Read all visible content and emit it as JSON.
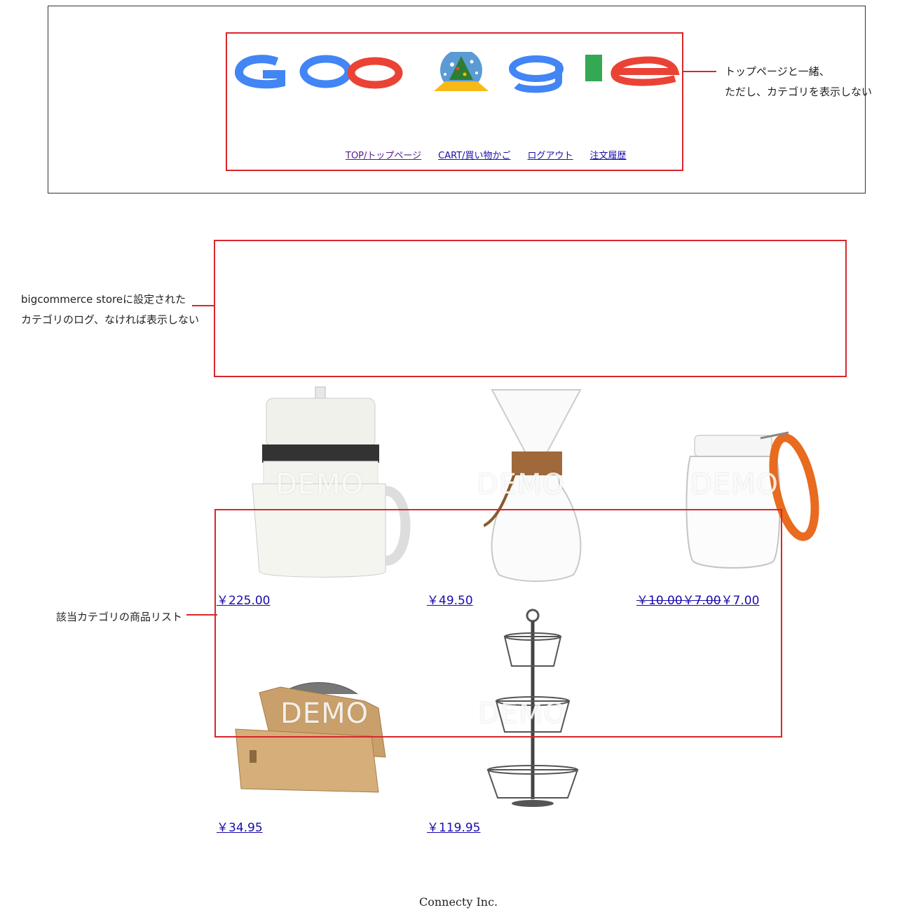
{
  "header": {
    "logo_alt": "Google",
    "nav": [
      {
        "label": "TOP/トップページ"
      },
      {
        "label": "CART/買い物かご"
      },
      {
        "label": "ログアウト"
      },
      {
        "label": "注文履歴"
      }
    ]
  },
  "annotations": {
    "header_note_line1": "トップページと一緒、",
    "header_note_line2": "ただし、カテゴリを表示しない",
    "category_logo_line1": "bigcommerce storeに設定された",
    "category_logo_line2": "カテゴリのログ、なければ表示しない",
    "product_list": "該当カテゴリの商品リスト"
  },
  "products": [
    {
      "price": "￥225.00",
      "image": "coffee-pot-image",
      "watermark": "DEMO"
    },
    {
      "price": "￥49.50",
      "image": "glass-carafe-image",
      "watermark": "DEMO"
    },
    {
      "old_price_1": "￥10.00",
      "old_price_2": "￥7.00",
      "price": "￥7.00",
      "image": "glass-jar-image",
      "watermark": "DEMO"
    },
    {
      "price": "￥34.95",
      "image": "wooden-box-image",
      "watermark": "DEMO"
    },
    {
      "price": "￥119.95",
      "image": "wire-basket-stand-image",
      "watermark": "DEMO"
    }
  ],
  "footer": {
    "text": "Connecty Inc."
  },
  "colors": {
    "annotation_red": "#d9262c",
    "link_blue": "#1a0dab"
  }
}
